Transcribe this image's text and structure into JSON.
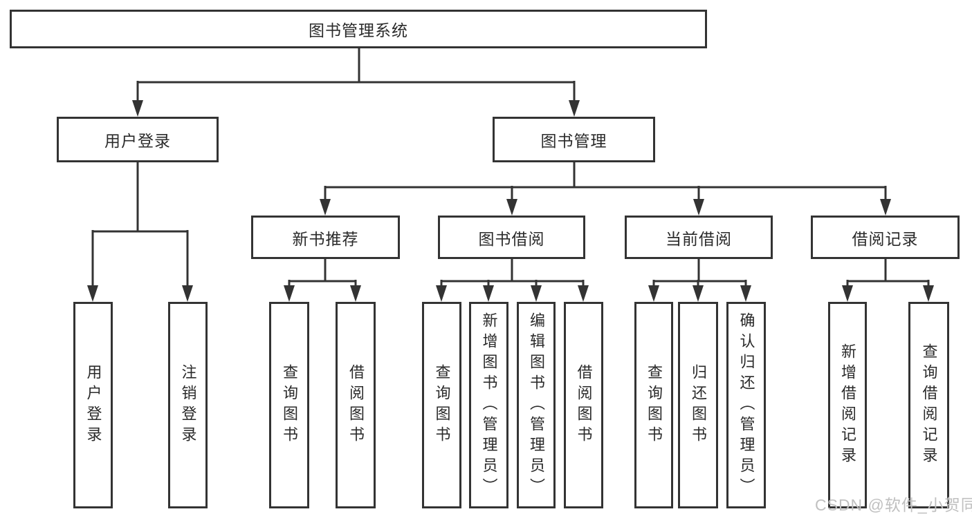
{
  "colors": {
    "line": "#333333",
    "text": "#2a2a2a",
    "watermark": "#c0c0c0",
    "background": "#ffffff"
  },
  "watermark": {
    "text": "CSDN @软件_小贺同学"
  },
  "nodes": {
    "root": "图书管理系统",
    "user_login": "用户登录",
    "book_mgmt": "图书管理",
    "new_book_rec": "新书推荐",
    "book_borrow": "图书借阅",
    "current_borrow": "当前借阅",
    "borrow_records": "借阅记录"
  },
  "leaves": {
    "user_login": "用户登录",
    "logout": "注销登录",
    "rec_query_books": "查询图书",
    "rec_borrow_books": "借阅图书",
    "bor_query_books": "查询图书",
    "bor_add_books": "新增图书（管理员）",
    "bor_edit_books": "编辑图书（管理员）",
    "bor_borrow_books": "借阅图书",
    "cur_query_books": "查询图书",
    "cur_return_books": "归还图书",
    "cur_confirm_return": "确认归还（管理员）",
    "log_add_record": "新增借阅记录",
    "log_query_record": "查询借阅记录"
  }
}
